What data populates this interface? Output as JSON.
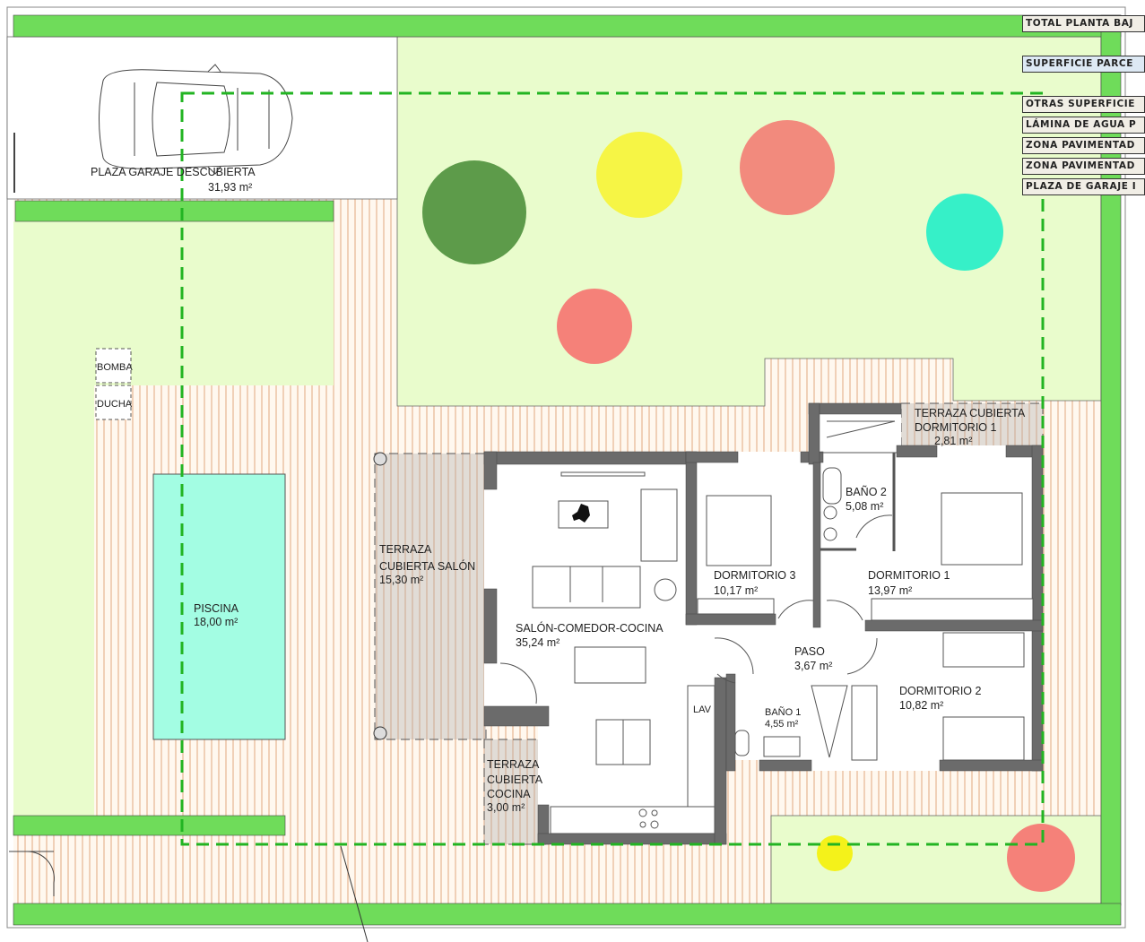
{
  "rooms": {
    "garage": {
      "name": "PLAZA GARAJE DESCUBIERTA",
      "area": "31,93 m²"
    },
    "pool": {
      "name": "PISCINA",
      "area": "18,00 m²"
    },
    "terrace_salon": {
      "name1": "TERRAZA",
      "name2": "CUBIERTA SALÓN",
      "area": "15,30 m²"
    },
    "terrace_kitchen": {
      "name1": "TERRAZA",
      "name2": "CUBIERTA",
      "name3": "COCINA",
      "area": "3,00 m²"
    },
    "living": {
      "name": "SALÓN-COMEDOR-COCINA",
      "area": "35,24 m²"
    },
    "bedroom3": {
      "name": "DORMITORIO 3",
      "area": "10,17 m²"
    },
    "bathroom2": {
      "name": "BAÑO 2",
      "area": "5,08 m²"
    },
    "bedroom1": {
      "name": "DORMITORIO 1",
      "area": "13,97 m²"
    },
    "terrace_bedroom1": {
      "name1": "TERRAZA CUBIERTA",
      "name2": "DORMITORIO 1",
      "area": "2,81 m²"
    },
    "hall": {
      "name": "PASO",
      "area": "3,67 m²"
    },
    "bathroom1": {
      "name": "BAÑO 1",
      "area": "4,55 m²"
    },
    "bedroom2": {
      "name": "DORMITORIO 2",
      "area": "10,82 m²"
    },
    "laundry": {
      "name": "LAV"
    },
    "pump": {
      "name": "BOMBA"
    },
    "shower": {
      "name": "DUCHA"
    }
  },
  "legend": [
    {
      "label": "TOTAL PLANTA BAJ"
    },
    {
      "label": "SUPERFICIE PARCE"
    },
    {
      "label": "OTRAS SUPERFICIE"
    },
    {
      "label": "LÁMINA DE AGUA P"
    },
    {
      "label": "ZONA PAVIMENTAD"
    },
    {
      "label": "ZONA PAVIMENTAD"
    },
    {
      "label": "PLAZA DE GARAJE I"
    }
  ],
  "colors": {
    "hedge": "#6fdc5a",
    "lawn": "#e9fccc",
    "wood_line": "#e7b592",
    "pool": "#a3fde3",
    "boundary": "#22b422",
    "wall": "#6b6b6b"
  }
}
